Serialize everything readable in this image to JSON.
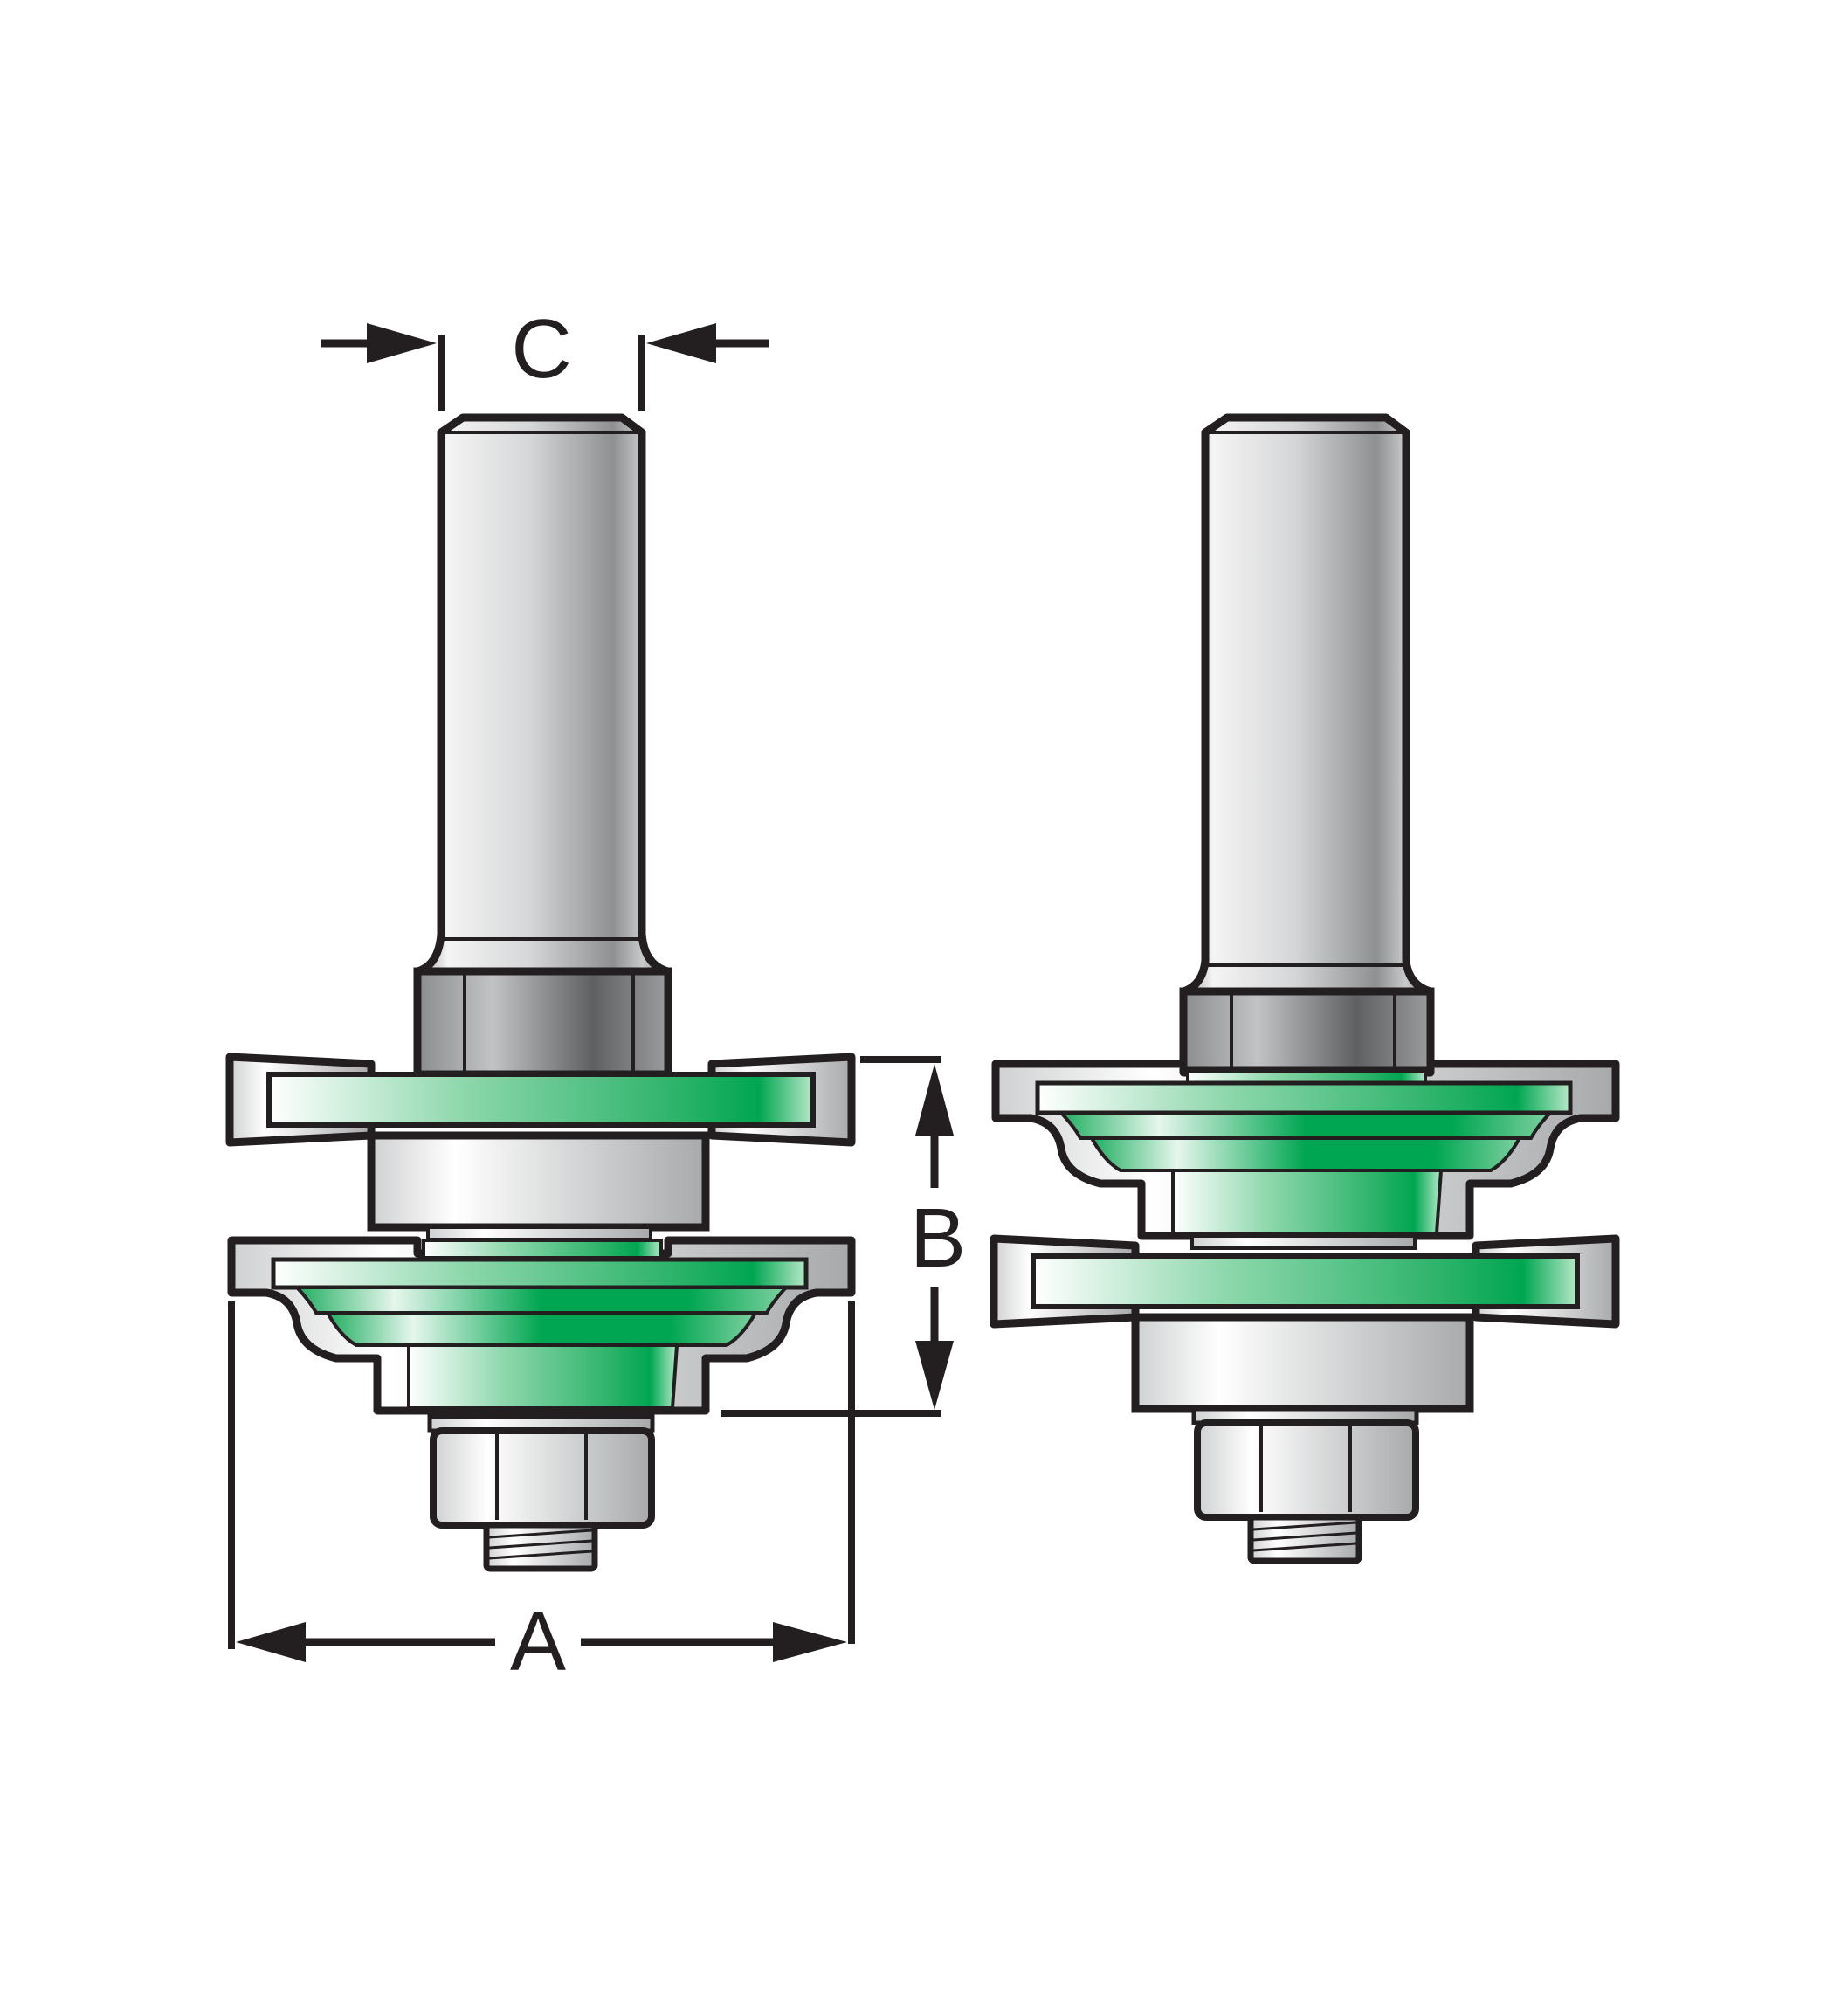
{
  "diagram": {
    "type": "router-bit-technical-drawing",
    "subject": "Rail and stile router bit set (two bits)",
    "colors": {
      "outline": "#231f20",
      "carbide_green": "#00a651",
      "carbide_light": "#e8f7ee",
      "steel_light": "#f2f2f2",
      "steel_mid": "#b9bbbd",
      "steel_dark": "#6d6e70",
      "background": "#ffffff"
    },
    "bits": [
      {
        "id": "left-bit",
        "role": "bit-1",
        "components_top_to_bottom": [
          "shank",
          "hex-body",
          "flat-wedge-cutter",
          "spacer-collar",
          "ogee-profile-cutter",
          "hex-nut",
          "threaded-stud"
        ]
      },
      {
        "id": "right-bit",
        "role": "bit-2",
        "components_top_to_bottom": [
          "shank",
          "hex-body",
          "ogee-profile-cutter",
          "flat-wedge-cutter",
          "bearing-collar",
          "hex-nut",
          "threaded-stud"
        ]
      }
    ],
    "dimensions": {
      "A": {
        "label": "A",
        "meaning": "overall cutting diameter",
        "orientation": "horizontal"
      },
      "B": {
        "label": "B",
        "meaning": "cutting height",
        "orientation": "vertical"
      },
      "C": {
        "label": "C",
        "meaning": "shank diameter",
        "orientation": "horizontal"
      }
    }
  }
}
